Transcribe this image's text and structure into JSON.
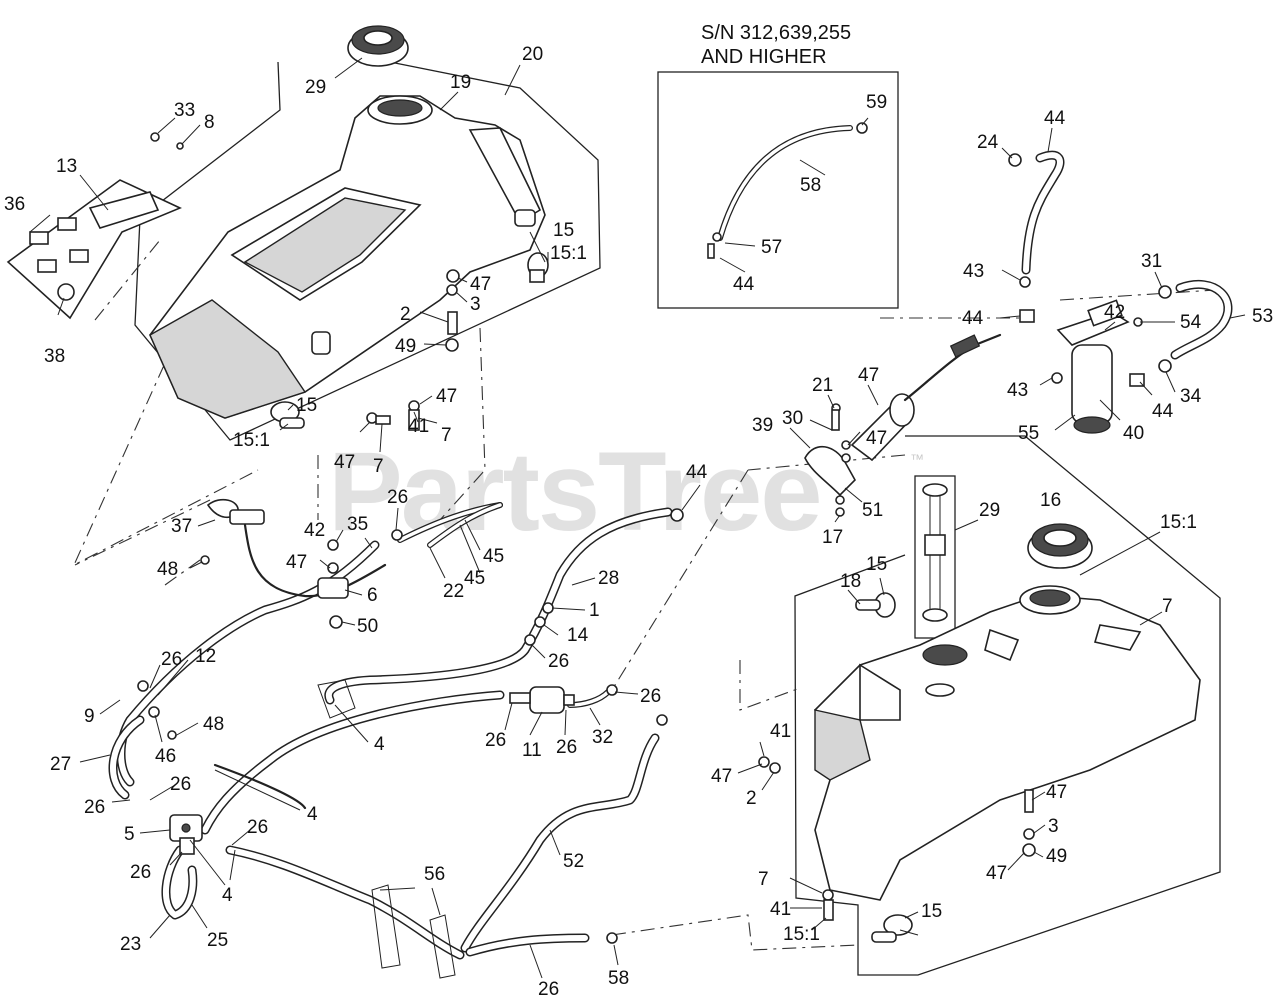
{
  "serial_note": {
    "line1": "S/N 312,639,255",
    "line2": "AND HIGHER"
  },
  "watermark": {
    "text": "PartsTree",
    "mark": "™"
  },
  "callouts": [
    "29",
    "20",
    "19",
    "33",
    "8",
    "13",
    "36",
    "38",
    "15",
    "15:1",
    "47",
    "3",
    "2",
    "49",
    "15",
    "15:1",
    "47",
    "7",
    "41",
    "47",
    "7",
    "37",
    "48",
    "26",
    "42",
    "35",
    "47",
    "6",
    "50",
    "22",
    "45",
    "45",
    "44",
    "28",
    "1",
    "14",
    "26",
    "26",
    "12",
    "9",
    "48",
    "46",
    "27",
    "26",
    "26",
    "5",
    "4",
    "4",
    "11",
    "26",
    "26",
    "32",
    "26",
    "26",
    "26",
    "4",
    "56",
    "52",
    "23",
    "25",
    "26",
    "58",
    "59",
    "58",
    "57",
    "44",
    "24",
    "44",
    "43",
    "44",
    "31",
    "53",
    "42",
    "54",
    "43",
    "44",
    "34",
    "55",
    "40",
    "21",
    "47",
    "30",
    "39",
    "47",
    "51",
    "17",
    "29",
    "16",
    "15:1",
    "15",
    "18",
    "7",
    "41",
    "47",
    "2",
    "47",
    "3",
    "49",
    "47",
    "7",
    "41",
    "15:1",
    "15"
  ]
}
